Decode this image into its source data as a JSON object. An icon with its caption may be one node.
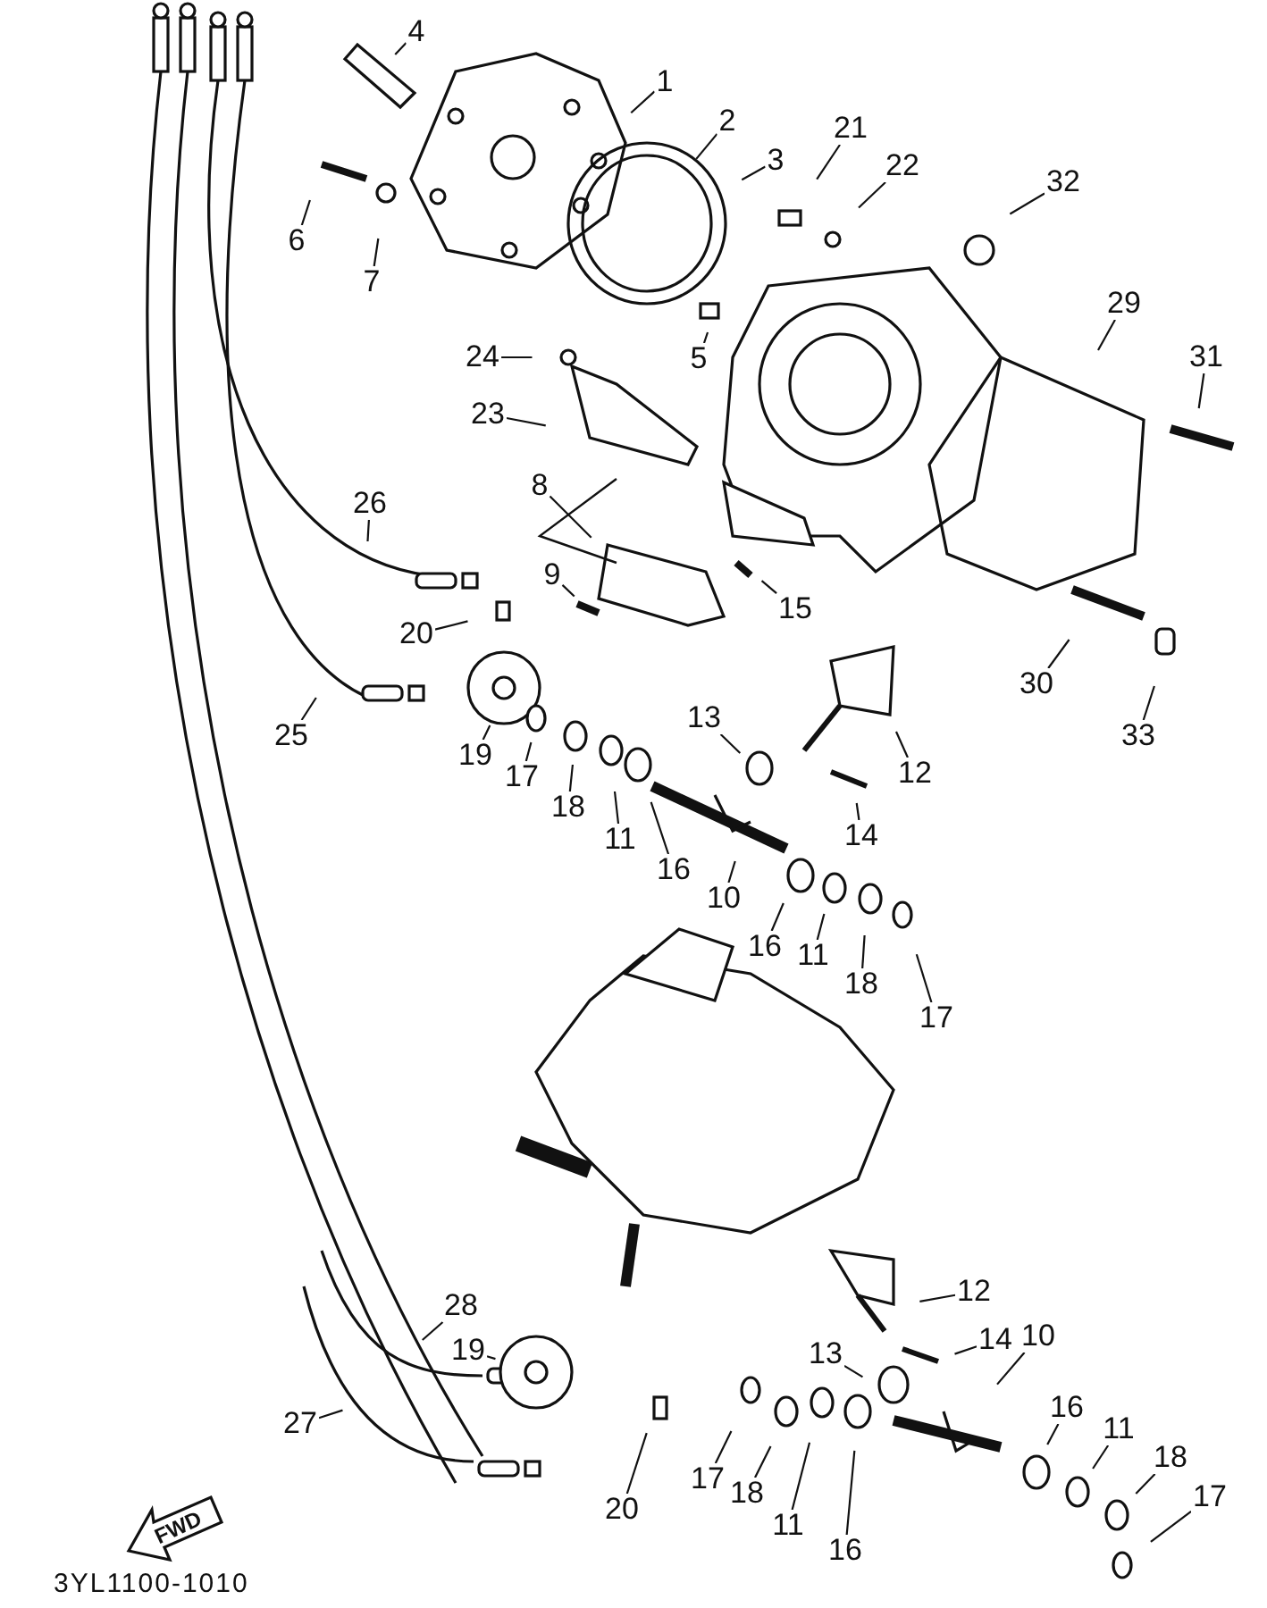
{
  "diagram": {
    "nodes": [
      {
        "text": [
          "1"
        ]
      },
      {
        "text": [
          "2"
        ]
      },
      {
        "text": [
          "3"
        ]
      },
      {
        "text": [
          "4"
        ]
      },
      {
        "text": [
          "21"
        ]
      },
      {
        "text": [
          "22"
        ]
      },
      {
        "text": [
          "32"
        ]
      },
      {
        "text": [
          "6"
        ]
      },
      {
        "text": [
          "7"
        ]
      },
      {
        "text": [
          "29"
        ]
      },
      {
        "text": [
          "31"
        ]
      },
      {
        "text": [
          "24"
        ]
      },
      {
        "text": [
          "5"
        ]
      },
      {
        "text": [
          "23"
        ]
      },
      {
        "text": [
          "8"
        ]
      },
      {
        "text": [
          "26"
        ]
      },
      {
        "text": [
          "9"
        ]
      },
      {
        "text": [
          "15"
        ]
      },
      {
        "text": [
          "20"
        ]
      },
      {
        "text": [
          "30"
        ]
      },
      {
        "text": [
          "25"
        ]
      },
      {
        "text": [
          "33"
        ]
      },
      {
        "text": [
          "13"
        ]
      },
      {
        "text": [
          "12"
        ]
      },
      {
        "text": [
          "19"
        ]
      },
      {
        "text": [
          "17"
        ]
      },
      {
        "text": [
          "18"
        ]
      },
      {
        "text": [
          "14"
        ]
      },
      {
        "text": [
          "11"
        ]
      },
      {
        "text": [
          "16"
        ]
      },
      {
        "text": [
          "10"
        ]
      },
      {
        "text": [
          "16"
        ]
      },
      {
        "text": [
          "11"
        ]
      },
      {
        "text": [
          "18"
        ]
      },
      {
        "text": [
          "17"
        ]
      },
      {
        "text": [
          "12"
        ]
      },
      {
        "text": [
          "28"
        ]
      },
      {
        "text": [
          "13"
        ]
      },
      {
        "text": [
          "14"
        ]
      },
      {
        "text": [
          "19"
        ]
      },
      {
        "text": [
          "10"
        ]
      },
      {
        "text": [
          "16"
        ]
      },
      {
        "text": [
          "27"
        ]
      },
      {
        "text": [
          "11"
        ]
      },
      {
        "text": [
          "18"
        ]
      },
      {
        "text": [
          "17"
        ]
      },
      {
        "text": [
          "20"
        ]
      },
      {
        "text": [
          "18"
        ]
      },
      {
        "text": [
          "17"
        ]
      },
      {
        "text": [
          "11"
        ]
      },
      {
        "text": [
          "16"
        ]
      }
    ],
    "edges": [
      {
        "from": 0,
        "to": null,
        "arrow": "none"
      },
      {
        "from": 1,
        "to": null,
        "arrow": "none"
      },
      {
        "from": 2,
        "to": null,
        "arrow": "none"
      },
      {
        "from": 3,
        "to": null,
        "arrow": "none"
      },
      {
        "from": 4,
        "to": null,
        "arrow": "none"
      },
      {
        "from": 5,
        "to": null,
        "arrow": "none"
      },
      {
        "from": 6,
        "to": null,
        "arrow": "none"
      },
      {
        "from": 7,
        "to": null,
        "arrow": "none"
      },
      {
        "from": 8,
        "to": null,
        "arrow": "none"
      },
      {
        "from": 9,
        "to": null,
        "arrow": "none"
      },
      {
        "from": 10,
        "to": null,
        "arrow": "none"
      },
      {
        "from": 11,
        "to": null,
        "arrow": "none"
      },
      {
        "from": 12,
        "to": null,
        "arrow": "none"
      },
      {
        "from": 13,
        "to": null,
        "arrow": "none"
      },
      {
        "from": 14,
        "to": null,
        "arrow": "none"
      },
      {
        "from": 15,
        "to": null,
        "arrow": "none"
      },
      {
        "from": 16,
        "to": null,
        "arrow": "none"
      },
      {
        "from": 17,
        "to": null,
        "arrow": "none"
      },
      {
        "from": 18,
        "to": null,
        "arrow": "none"
      },
      {
        "from": 19,
        "to": null,
        "arrow": "none"
      },
      {
        "from": 20,
        "to": null,
        "arrow": "none"
      },
      {
        "from": 21,
        "to": null,
        "arrow": "none"
      },
      {
        "from": 22,
        "to": null,
        "arrow": "none"
      },
      {
        "from": 23,
        "to": null,
        "arrow": "none"
      },
      {
        "from": 24,
        "to": null,
        "arrow": "none"
      },
      {
        "from": 25,
        "to": null,
        "arrow": "none"
      },
      {
        "from": 26,
        "to": null,
        "arrow": "none"
      },
      {
        "from": 27,
        "to": null,
        "arrow": "none"
      },
      {
        "from": 28,
        "to": null,
        "arrow": "none"
      },
      {
        "from": 29,
        "to": null,
        "arrow": "none"
      },
      {
        "from": 30,
        "to": null,
        "arrow": "none"
      },
      {
        "from": 31,
        "to": null,
        "arrow": "none"
      },
      {
        "from": 32,
        "to": null,
        "arrow": "none"
      },
      {
        "from": 33,
        "to": null,
        "arrow": "none"
      },
      {
        "from": 34,
        "to": null,
        "arrow": "none"
      },
      {
        "from": 35,
        "to": null,
        "arrow": "none"
      },
      {
        "from": 36,
        "to": null,
        "arrow": "none"
      },
      {
        "from": 37,
        "to": null,
        "arrow": "none"
      },
      {
        "from": 38,
        "to": null,
        "arrow": "none"
      },
      {
        "from": 39,
        "to": null,
        "arrow": "none"
      },
      {
        "from": 40,
        "to": null,
        "arrow": "none"
      },
      {
        "from": 41,
        "to": null,
        "arrow": "none"
      },
      {
        "from": 42,
        "to": null,
        "arrow": "none"
      },
      {
        "from": 43,
        "to": null,
        "arrow": "none"
      },
      {
        "from": 44,
        "to": null,
        "arrow": "none"
      },
      {
        "from": 45,
        "to": null,
        "arrow": "none"
      },
      {
        "from": 46,
        "to": null,
        "arrow": "none"
      },
      {
        "from": 47,
        "to": null,
        "arrow": "none"
      },
      {
        "from": 48,
        "to": null,
        "arrow": "none"
      },
      {
        "from": 49,
        "to": null,
        "arrow": "none"
      },
      {
        "from": 50,
        "to": null,
        "arrow": "none"
      }
    ],
    "labels": [
      "FWD",
      "3YL1100-1010"
    ]
  }
}
